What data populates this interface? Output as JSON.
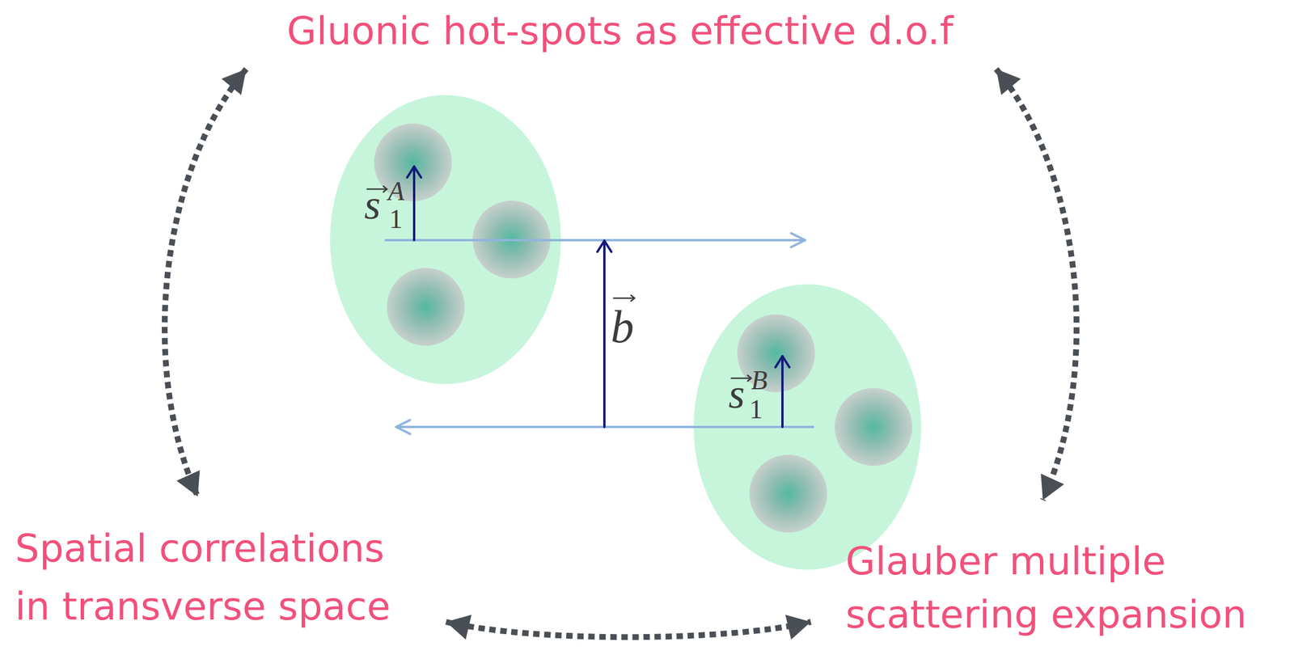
{
  "diagram": {
    "nodes": [
      {
        "text": [
          "Gluonic hot-spots as effective d.o.f"
        ]
      },
      {
        "text": [
          "Spatial correlations in transverse space"
        ]
      },
      {
        "text": [
          "Glauber multiple scattering expansion"
        ]
      }
    ],
    "edges": [
      {
        "from": 0,
        "to": 1,
        "arrow": "both"
      },
      {
        "from": 0,
        "to": 2,
        "arrow": "both"
      },
      {
        "from": 1,
        "to": 2,
        "arrow": "both"
      }
    ],
    "labels": [
      "s",
      "A",
      "1",
      "b",
      "s",
      "B",
      "1"
    ]
  }
}
